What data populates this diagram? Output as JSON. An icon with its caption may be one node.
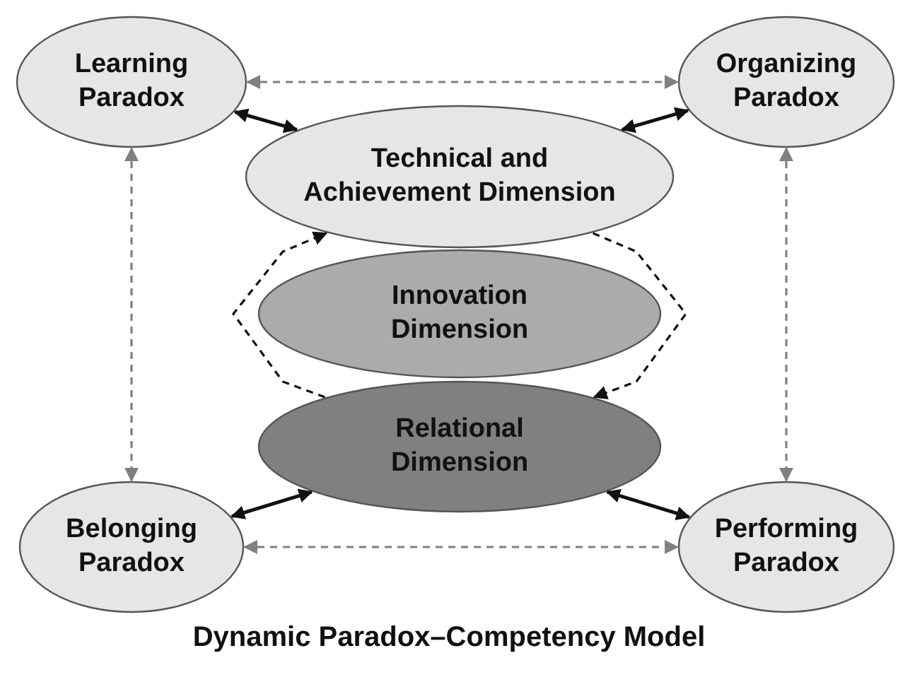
{
  "diagram": {
    "caption": "Dynamic Paradox–Competency Model",
    "nodes": [
      {
        "text": [
          "Learning Paradox"
        ]
      },
      {
        "text": [
          "Organizing Paradox"
        ]
      },
      {
        "text": [
          "Technical and Achievement Dimension"
        ]
      },
      {
        "text": [
          "Innovation Dimension"
        ]
      },
      {
        "text": [
          "Relational Dimension"
        ]
      },
      {
        "text": [
          "Belonging Paradox"
        ]
      },
      {
        "text": [
          "Performing Paradox"
        ]
      }
    ],
    "edges": [
      {
        "from": 0,
        "to": 1,
        "arrow": "both",
        "style": "dashed",
        "color": "#808080"
      },
      {
        "from": 0,
        "to": 5,
        "arrow": "both",
        "style": "dashed",
        "color": "#808080"
      },
      {
        "from": 1,
        "to": 6,
        "arrow": "both",
        "style": "dashed",
        "color": "#808080"
      },
      {
        "from": 5,
        "to": 6,
        "arrow": "both",
        "style": "dashed",
        "color": "#808080"
      },
      {
        "from": 0,
        "to": 2,
        "arrow": "both"
      },
      {
        "from": 1,
        "to": 2,
        "arrow": "both"
      },
      {
        "from": 4,
        "to": 5,
        "arrow": "both"
      },
      {
        "from": 4,
        "to": 6,
        "arrow": "both"
      },
      {
        "from": 4,
        "to": 2,
        "arrow": "to",
        "style": "dashed"
      },
      {
        "from": 2,
        "to": 4,
        "arrow": "to",
        "style": "dashed"
      }
    ]
  }
}
